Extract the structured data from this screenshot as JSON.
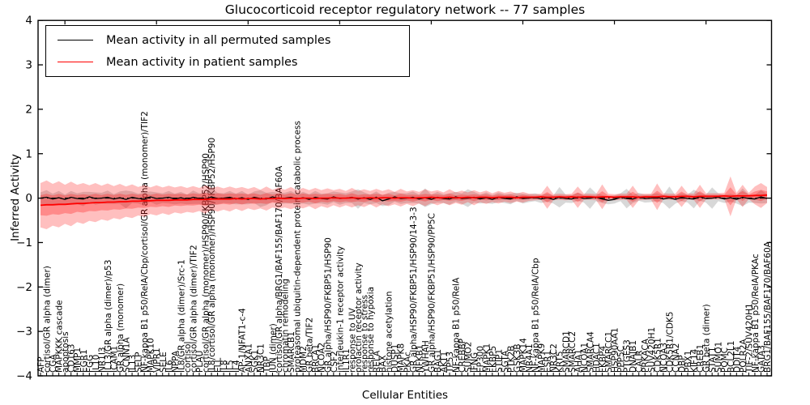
{
  "figure": {
    "title": "Glucocorticoid receptor regulatory network -- 77 samples",
    "xlabel": "Cellular Entities",
    "ylabel": "Inferred Activity"
  },
  "legend": {
    "items": [
      {
        "label": "Mean activity in all permuted samples",
        "color": "#000000"
      },
      {
        "label": "Mean activity in patient samples",
        "color": "#ff0000"
      }
    ]
  },
  "colors": {
    "permuted_line": "#000000",
    "permuted_band": "#999999",
    "patient_line": "#ff0000",
    "patient_band": "#ff0000",
    "axis": "#000000",
    "background": "#ffffff"
  },
  "chart_data": {
    "type": "line",
    "title": "Glucocorticoid receptor regulatory network -- 77 samples",
    "xlabel": "Cellular Entities",
    "ylabel": "Inferred Activity",
    "ylim": [
      -4,
      4
    ],
    "y_ticks": [
      4,
      3,
      2,
      1,
      0,
      -1,
      -2,
      -3,
      -4
    ],
    "y_tick_labels": [
      "4",
      "3",
      "2",
      "1",
      "0",
      "−1",
      "−2",
      "−3",
      "−4"
    ],
    "grid": false,
    "legend_position": "upper left",
    "reference_line_y": 0,
    "top_tick_indices": [
      4,
      19,
      34,
      49,
      64,
      79,
      94,
      109
    ],
    "categories": [
      "AFP",
      "cortisol/GR alpha (dimer)",
      "CGA",
      "MAPKKK cascade",
      "apoptosis",
      "CD163",
      "MMP1",
      "EGR1",
      "FGG",
      "IL10",
      "NR1I3",
      "IL13/GR alpha (dimer)/p53",
      "ICAM1",
      "GR alpha (monomer)",
      "SCNN1A",
      "IL13",
      "SELP",
      "NF-kappa B1 p50/RelA/Cbp/cortisol/GR alpha (monomer)/TIF2",
      "MAPK10",
      "VIPR1",
      "SELE",
      "IL6",
      "NPPA",
      "IL8/GR alpha (dimer)/Src-1",
      "cortisol",
      "cortisol/GR alpha (dimer)/TIF2",
      "PLAU",
      "cortisol/GR alpha (monomer)/HSP90/FKBP52/HSP90",
      "IL8/cortisol/GR alpha (monomer)/HSP90/FKBP52/HSP90",
      "ELL",
      "IL8",
      "IL5",
      "IL4",
      "AP-1/NFAT1-c-4",
      "ANXA1",
      "SGK1",
      "NR3C1",
      "TBP",
      "JUN (dimer)",
      "cortisol/GR alpha/BRG1/BAF155/BAF170/BAF60A",
      "chromatin remodeling",
      "SMARCB1",
      "proteasomal ubiquitin-dependent protein catabolic process",
      "MDM2",
      "GR beta/TIF2",
      "BRCA1",
      "NCOA2",
      "GR alpha/HSP90/FKBP51/HSP90",
      "CSF2",
      "interleukin-1 receptor activity",
      "IL1R1",
      "response to UV",
      "prolactin receptor activity",
      "response to stress",
      "response to hypoxia",
      "RELA",
      "BAX",
      "histone acetylation",
      "DUSP1",
      "MAPK8",
      "PKAc",
      "GR alpha/HSP90/FKBP51/HSP90/14-3-3",
      "NFKB1",
      "YWHAH",
      "GR alpha/HSP90/FKBP51/HSP90/PP5C",
      "BAG1",
      "AKT1",
      "TP53",
      "NF-kappa B1 p50/RelA",
      "CREBBP",
      "SUMO2",
      "IFNG",
      "EP300",
      "MAPK1",
      "FKBP5",
      "STIP1",
      "SGTA",
      "PTK2B",
      "GSK3B",
      "MAPK14",
      "NR4A1",
      "NF-kappa B1 p50/RelA/Cbp",
      "MAPK9",
      "ESR1",
      "NR3C2",
      "KRT5",
      "SMARCD1",
      "SMARCC2",
      "AHA1",
      "NCOA1",
      "SMARCA4",
      "HDAC1",
      "FKBP4",
      "SMARCC1",
      "HSP90AA1",
      "PPP5C",
      "PTGES3",
      "DNAJB1",
      "CALR",
      "PRKACA",
      "SUV420H1",
      "CDK5R1",
      "NCOA3",
      "CDK5R1/CDK5",
      "CCNA2",
      "DBP",
      "PBX1",
      "KIF14",
      "CREB1",
      "GR beta (dimer)",
      "STAT1",
      "SUMO1",
      "POMC",
      "BCL2L1",
      "DDIT4",
      "POLR2A",
      "TIF-2/SUV420H1",
      "NF-kappa B1 p50/RelA/PKAc",
      "GATA3",
      "BRG1/BAF155/BAF170/BAF60A"
    ],
    "series": [
      {
        "name": "Mean activity in all permuted samples",
        "color": "#000000",
        "mean": [
          0.0,
          0.02,
          -0.02,
          0.01,
          -0.03,
          0.02,
          -0.01,
          -0.02,
          0.03,
          -0.01,
          0.0,
          0.02,
          -0.02,
          0.01,
          -0.03,
          0.02,
          -0.01,
          -0.02,
          0.03,
          -0.01,
          0.0,
          0.02,
          -0.02,
          0.01,
          -0.03,
          0.02,
          -0.01,
          -0.02,
          0.03,
          -0.01,
          0.0,
          0.02,
          -0.02,
          0.01,
          -0.03,
          0.02,
          -0.01,
          -0.02,
          0.03,
          -0.01,
          0.0,
          0.02,
          -0.02,
          0.01,
          -0.03,
          0.02,
          -0.01,
          -0.02,
          0.03,
          -0.01,
          0.0,
          0.02,
          -0.02,
          0.01,
          -0.03,
          0.02,
          -0.06,
          -0.02,
          0.03,
          -0.01,
          0.0,
          0.02,
          -0.02,
          0.01,
          -0.03,
          0.02,
          -0.01,
          -0.02,
          0.03,
          -0.01,
          0.0,
          0.02,
          -0.02,
          0.01,
          -0.03,
          0.02,
          -0.01,
          -0.02,
          0.03,
          -0.01,
          0.0,
          0.02,
          -0.02,
          0.01,
          -0.03,
          0.02,
          -0.01,
          -0.02,
          0.03,
          -0.01,
          0.0,
          0.02,
          -0.02,
          -0.05,
          -0.03,
          0.02,
          -0.01,
          -0.02,
          0.03,
          -0.01,
          0.0,
          0.02,
          -0.02,
          0.01,
          -0.03,
          0.02,
          -0.01,
          -0.02,
          0.03,
          -0.01,
          0.0,
          0.02,
          -0.02,
          0.01,
          -0.03,
          0.02,
          -0.01,
          -0.02,
          0.03,
          -0.01
        ],
        "band_halfwidth": [
          0.13,
          0.16,
          0.12,
          0.15,
          0.11,
          0.14,
          0.12,
          0.16,
          0.11,
          0.14,
          0.12,
          0.15,
          0.11,
          0.14,
          0.2,
          0.13,
          0.11,
          0.15,
          0.12,
          0.14,
          0.11,
          0.14,
          0.12,
          0.13,
          0.11,
          0.15,
          0.12,
          0.14,
          0.21,
          0.13,
          0.11,
          0.14,
          0.12,
          0.15,
          0.11,
          0.13,
          0.19,
          0.14,
          0.11,
          0.13,
          0.12,
          0.14,
          0.11,
          0.13,
          0.12,
          0.14,
          0.11,
          0.13,
          0.12,
          0.14,
          0.11,
          0.13,
          0.22,
          0.12,
          0.11,
          0.13,
          0.12,
          0.14,
          0.11,
          0.12,
          0.11,
          0.13,
          0.1,
          0.21,
          0.11,
          0.12,
          0.1,
          0.13,
          0.11,
          0.12,
          0.2,
          0.12,
          0.1,
          0.12,
          0.1,
          0.11,
          0.1,
          0.12,
          0.09,
          0.11,
          0.09,
          0.09,
          0.09,
          0.09,
          0.09,
          0.23,
          0.09,
          0.09,
          0.09,
          0.09,
          0.24,
          0.09,
          0.09,
          0.09,
          0.09,
          0.09,
          0.22,
          0.09,
          0.09,
          0.09,
          0.09,
          0.09,
          0.09,
          0.25,
          0.09,
          0.09,
          0.09,
          0.21,
          0.09,
          0.09,
          0.24,
          0.09,
          0.09,
          0.09,
          0.09,
          0.2,
          0.09,
          0.09,
          0.15,
          0.1
        ]
      },
      {
        "name": "Mean activity in patient samples",
        "color": "#ff0000",
        "mean": [
          -0.16,
          -0.15,
          -0.15,
          -0.14,
          -0.14,
          -0.13,
          -0.12,
          -0.12,
          -0.11,
          -0.1,
          -0.1,
          -0.09,
          -0.09,
          -0.08,
          -0.08,
          -0.07,
          -0.07,
          -0.06,
          -0.06,
          -0.05,
          -0.05,
          -0.05,
          -0.04,
          -0.04,
          -0.04,
          -0.03,
          -0.03,
          -0.03,
          -0.02,
          -0.02,
          -0.02,
          -0.02,
          -0.01,
          -0.02,
          -0.01,
          -0.01,
          -0.02,
          -0.01,
          -0.01,
          0.0,
          -0.01,
          0.0,
          -0.01,
          0.0,
          0.0,
          -0.01,
          0.0,
          0.0,
          0.01,
          0.0,
          0.0,
          0.01,
          0.0,
          0.0,
          0.01,
          0.0,
          0.01,
          0.01,
          0.0,
          0.01,
          0.01,
          0.0,
          0.01,
          0.01,
          0.02,
          0.01,
          0.01,
          0.02,
          0.01,
          0.01,
          0.02,
          0.01,
          0.02,
          0.02,
          0.01,
          0.02,
          0.02,
          0.02,
          0.01,
          0.02,
          0.02,
          0.02,
          0.03,
          0.02,
          0.02,
          0.03,
          0.02,
          0.03,
          0.02,
          0.03,
          0.03,
          0.02,
          0.03,
          0.03,
          0.02,
          0.03,
          0.03,
          0.03,
          0.02,
          0.03,
          0.03,
          0.03,
          0.04,
          0.03,
          0.03,
          0.04,
          0.04,
          0.03,
          0.04,
          0.04,
          0.04,
          0.04,
          0.05,
          0.04,
          0.05,
          0.05,
          0.05,
          0.06,
          0.06,
          0.07
        ],
        "band_halfwidth": [
          0.5,
          0.55,
          0.47,
          0.52,
          0.44,
          0.5,
          0.42,
          0.46,
          0.4,
          0.44,
          0.38,
          0.42,
          0.36,
          0.4,
          0.34,
          0.38,
          0.32,
          0.36,
          0.3,
          0.34,
          0.29,
          0.33,
          0.28,
          0.31,
          0.27,
          0.3,
          0.26,
          0.32,
          0.25,
          0.28,
          0.24,
          0.28,
          0.23,
          0.27,
          0.22,
          0.26,
          0.21,
          0.27,
          0.2,
          0.24,
          0.2,
          0.25,
          0.19,
          0.23,
          0.18,
          0.24,
          0.18,
          0.22,
          0.17,
          0.21,
          0.16,
          0.22,
          0.16,
          0.2,
          0.15,
          0.21,
          0.15,
          0.19,
          0.14,
          0.2,
          0.14,
          0.18,
          0.13,
          0.19,
          0.13,
          0.17,
          0.12,
          0.18,
          0.12,
          0.16,
          0.11,
          0.17,
          0.11,
          0.15,
          0.1,
          0.14,
          0.1,
          0.13,
          0.09,
          0.12,
          0.08,
          0.07,
          0.07,
          0.26,
          0.07,
          0.07,
          0.07,
          0.07,
          0.24,
          0.07,
          0.07,
          0.07,
          0.28,
          0.07,
          0.07,
          0.07,
          0.07,
          0.25,
          0.07,
          0.07,
          0.07,
          0.3,
          0.07,
          0.07,
          0.07,
          0.24,
          0.07,
          0.07,
          0.26,
          0.07,
          0.07,
          0.07,
          0.07,
          0.45,
          0.07,
          0.25,
          0.07,
          0.2,
          0.28,
          0.18
        ]
      }
    ]
  }
}
